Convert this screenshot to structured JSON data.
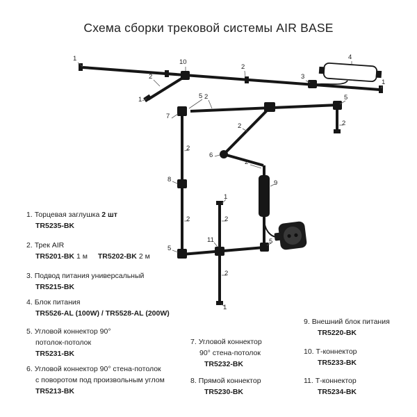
{
  "title": "Схема сборки трековой системы AIR BASE",
  "colors": {
    "track": "#161616",
    "text": "#1c1c1c",
    "background": "#ffffff"
  },
  "diagram": {
    "callouts": [
      "1",
      "2",
      "10",
      "3",
      "4",
      "1",
      "2",
      "1",
      "5",
      "7",
      "2",
      "5",
      "2",
      "6",
      "2",
      "9",
      "2",
      "2",
      "8",
      "2",
      "5",
      "11",
      "5",
      "1",
      "2",
      "2",
      "1"
    ],
    "icons": [
      "power-supply-unit",
      "wall-socket",
      "external-power-block",
      "swivel-hinge"
    ]
  },
  "legend": {
    "items": {
      "i1": {
        "num": "1.",
        "title": "Торцевая заглушка",
        "qty": "2 шт",
        "code": "TR5235-BK"
      },
      "i2": {
        "num": "2.",
        "title": "Трек AIR",
        "code1": "TR5201-BK",
        "code1_note": "1 м",
        "code2": "TR5202-BK",
        "code2_note": "2 м"
      },
      "i3": {
        "num": "3.",
        "title": "Подвод питания универсальный",
        "code": "TR5215-BK"
      },
      "i4": {
        "num": "4.",
        "title": "Блок питания",
        "code": "TR5526-AL (100W) / TR5528-AL (200W)"
      },
      "i5": {
        "num": "5.",
        "title": "Угловой коннектор 90°",
        "title2": "потолок-потолок",
        "code": "TR5231-BK"
      },
      "i6": {
        "num": "6.",
        "title": "Угловой коннектор 90° стена-потолок",
        "title2": "с поворотом под произвольным углом",
        "code": "TR5213-BK"
      },
      "i7": {
        "num": "7.",
        "title": "Угловой коннектор",
        "title2": "90° стена-потолок",
        "code": "TR5232-BK"
      },
      "i8": {
        "num": "8.",
        "title": "Прямой коннектор",
        "code": "TR5230-BK"
      },
      "i9": {
        "num": "9.",
        "title": "Внешний блок питания",
        "code": "TR5220-BK"
      },
      "i10": {
        "num": "10.",
        "title": "Т-коннектор",
        "code": "TR5233-BK"
      },
      "i11": {
        "num": "11.",
        "title": "Т-коннектор",
        "code": "TR5234-BK"
      }
    }
  }
}
